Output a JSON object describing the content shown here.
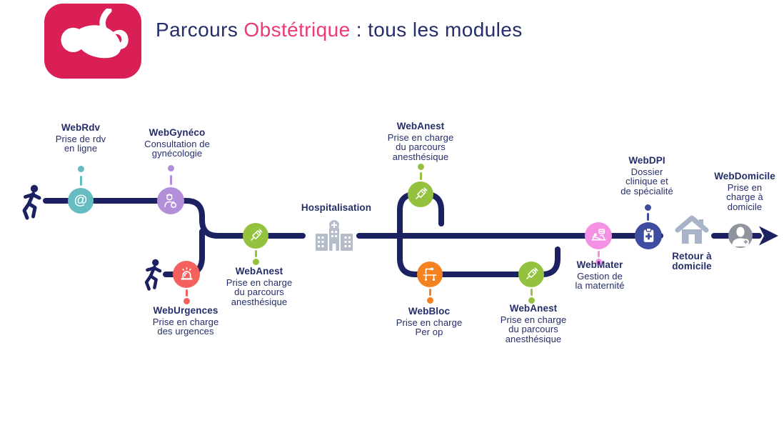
{
  "header": {
    "title_prefix": "Parcours ",
    "title_highlight": "Obstétrique",
    "title_suffix": " : tous les modules",
    "logo_icon": "fetus-icon",
    "colors": {
      "brand_pink": "#d91f56",
      "title_navy": "#252e6a",
      "title_pink": "#ee3a72"
    }
  },
  "diagram": {
    "line_color": "#1b2161",
    "text_color": "#252e6a",
    "start_icon": "running-person-icon",
    "end_icon": "arrow-right-icon",
    "modules": {
      "webrdv": {
        "name": "WebRdv",
        "desc": [
          "Prise de rdv",
          "en ligne"
        ],
        "color": "#65bdc1",
        "icon": "at-sign-icon"
      },
      "webgyneco": {
        "name": "WebGynéco",
        "desc": [
          "Consultation de",
          "gynécologie"
        ],
        "color": "#b48fd9",
        "icon": "doctor-icon"
      },
      "weburgences": {
        "name": "WebUrgences",
        "desc": [
          "Prise en charge",
          "des urgences"
        ],
        "color": "#f4615d",
        "icon": "siren-icon"
      },
      "webanest_pre": {
        "name": "WebAnest",
        "desc": [
          "Prise en charge",
          "du parcours",
          "anesthésique"
        ],
        "color": "#94c23e",
        "icon": "syringe-icon"
      },
      "hospitalisation": {
        "name": "Hospitalisation",
        "color": "#b5bcca",
        "icon": "hospital-icon"
      },
      "webanest_parcours": {
        "name": "WebAnest",
        "desc": [
          "Prise en charge",
          "du parcours",
          "anesthésique"
        ],
        "color": "#94c23e",
        "icon": "syringe-icon"
      },
      "webbloc": {
        "name": "WebBloc",
        "desc": [
          "Prise en charge",
          "Per op"
        ],
        "color": "#f58220",
        "icon": "operating-table-icon"
      },
      "webanest_post": {
        "name": "WebAnest",
        "desc": [
          "Prise en charge",
          "du parcours",
          "anesthésique"
        ],
        "color": "#94c23e",
        "icon": "syringe-icon"
      },
      "webmater": {
        "name": "WebMater",
        "desc": [
          "Gestion de",
          "la maternité"
        ],
        "color": "#f491e5",
        "icon": "maternity-bed-icon"
      },
      "webdpi": {
        "name": "WebDPI",
        "desc": [
          "Dossier",
          "clinique et",
          "de spécialité"
        ],
        "color": "#3e4da0",
        "icon": "clipboard-cross-icon"
      },
      "retour_domicile": {
        "name": "Retour à",
        "name_line2": "domicile",
        "color": "#a8b3c8",
        "icon": "house-icon"
      },
      "webdomicile": {
        "name": "WebDomicile",
        "desc": [
          "Prise en",
          "charge à",
          "domicile"
        ],
        "color": "#8e939d",
        "icon": "person-plus-icon"
      }
    }
  }
}
